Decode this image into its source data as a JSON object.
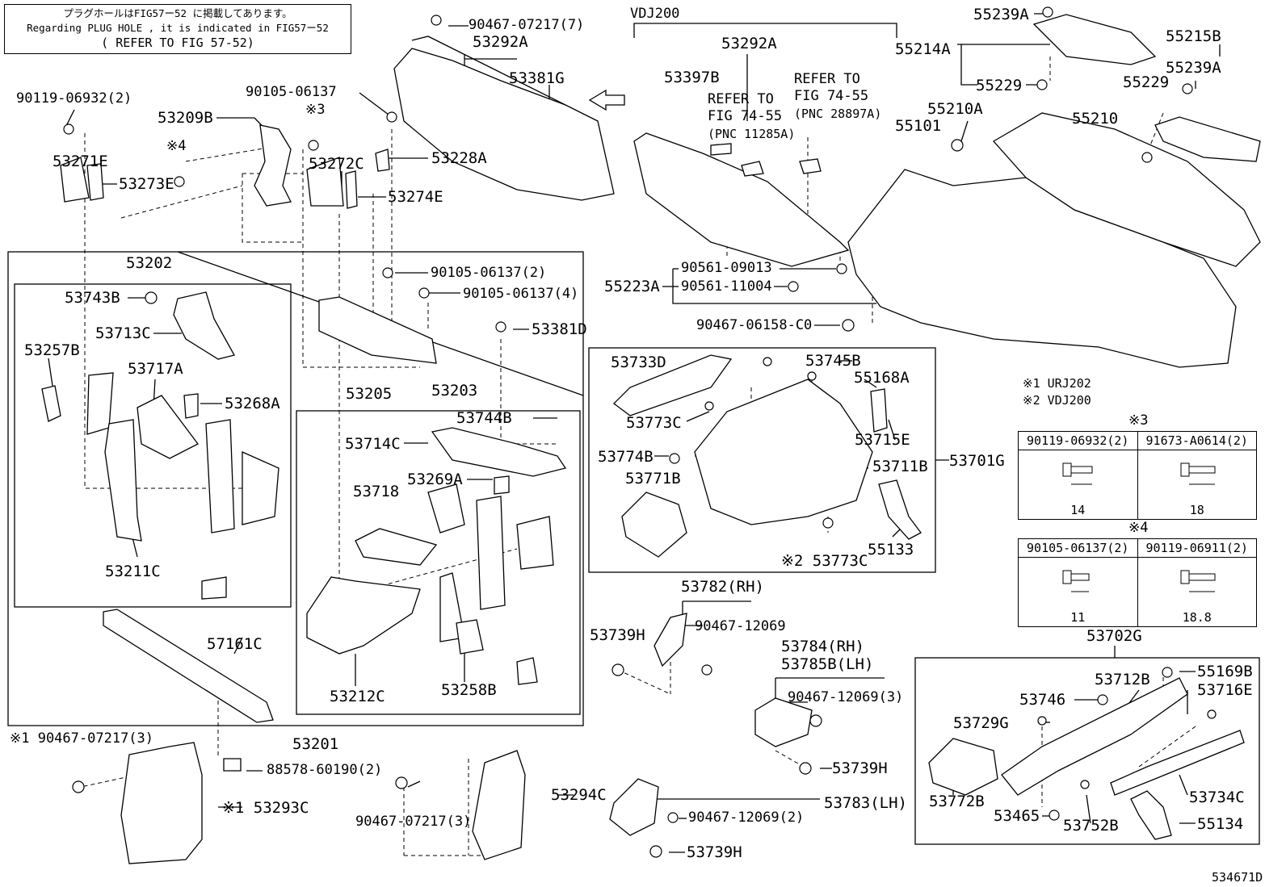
{
  "note": {
    "line1": "プラグホールはFIG57ー52 に掲載してあります。",
    "line2": "Regarding PLUG HOLE , it is indicated in FIG57ー52",
    "line3": "( REFER TO FIG 57-52)"
  },
  "parts": {
    "p_90467_07217_7": "90467-07217(7)",
    "p_53292A_a": "53292A",
    "p_53381G": "53381G",
    "p_90119_06932_2": "90119-06932(2)",
    "p_90105_06137": "90105-06137",
    "p_53209B": "53209B",
    "mark3": "※3",
    "mark4": "※4",
    "p_53271E": "53271E",
    "p_53273E": "53273E",
    "p_53272C": "53272C",
    "p_53228A": "53228A",
    "p_53274E": "53274E",
    "p_53202": "53202",
    "p_90105_06137_2": "90105-06137(2)",
    "p_90105_06137_4": "90105-06137(4)",
    "p_53743B": "53743B",
    "p_53713C": "53713C",
    "p_53257B": "53257B",
    "p_53717A": "53717A",
    "p_53268A": "53268A",
    "p_53381D": "53381D",
    "p_53205": "53205",
    "p_53203": "53203",
    "p_53744B": "53744B",
    "p_53714C": "53714C",
    "p_53269A": "53269A",
    "p_53718": "53718",
    "p_53211C": "53211C",
    "p_53212C": "53212C",
    "p_53258B": "53258B",
    "p_57161C": "57161C",
    "p_53201": "53201",
    "p_90467_07217_3a": "※1 90467-07217(3)",
    "p_88578_60190_2": "88578-60190(2)",
    "p_53293C": "※1 53293C",
    "p_90467_07217_3b": "90467-07217(3)",
    "p_53294C": "53294C",
    "vdj200": "VDJ200",
    "p_53292A_b": "53292A",
    "p_53397B": "53397B",
    "refer1": "REFER TO",
    "refer1b": "FIG 74-55",
    "refer1c": "(PNC 11285A)",
    "refer2": "REFER TO",
    "refer2b": "FIG 74-55",
    "refer2c": "(PNC 28897A)",
    "p_90561_09013": "90561-09013",
    "p_55223A": "55223A",
    "p_90561_11004": "90561-11004",
    "p_90467_06158": "90467-06158-C0",
    "p_55239A_a": "55239A",
    "p_55214A": "55214A",
    "p_55229_a": "55229",
    "p_55215B": "55215B",
    "p_55239A_b": "55239A",
    "p_55229_b": "55229",
    "p_55210A": "55210A",
    "p_55101": "55101",
    "p_55210": "55210",
    "mark_urj": "※1 URJ202",
    "mark_vdj": "※2 VDJ200",
    "p_53733D": "53733D",
    "p_53745B": "53745B",
    "p_55168A": "55168A",
    "p_53773C": "53773C",
    "p_53715E": "53715E",
    "p_53774B": "53774B",
    "p_53711B": "53711B",
    "p_53701G": "53701G",
    "p_53771B": "53771B",
    "p_55133": "55133",
    "p_53773C_2": "※2 53773C",
    "p_53782": "53782(RH)",
    "p_90467_12069": "90467-12069",
    "p_53739H_a": "53739H",
    "p_53784": "53784(RH)",
    "p_53785B": "53785B(LH)",
    "p_90467_12069_3": "90467-12069(3)",
    "p_53739H_b": "53739H",
    "p_53783": "53783(LH)",
    "p_90467_12069_2": "90467-12069(2)",
    "p_53739H_c": "53739H",
    "p_53702G": "53702G",
    "p_53712B": "53712B",
    "p_55169B": "55169B",
    "p_53746": "53746",
    "p_53716E": "53716E",
    "p_53729G": "53729G",
    "p_53772B": "53772B",
    "p_53734C": "53734C",
    "p_53465": "53465",
    "p_53752B": "53752B",
    "p_55134": "55134",
    "figure_no": "534671D"
  },
  "spec3": {
    "mark": "※3",
    "col1": "90119-06932(2)",
    "col2": "91673-A0614(2)",
    "len1": "14",
    "len2": "18"
  },
  "spec4": {
    "mark": "※4",
    "col1": "90105-06137(2)",
    "col2": "90119-06911(2)",
    "len1": "11",
    "len2": "18.8"
  }
}
